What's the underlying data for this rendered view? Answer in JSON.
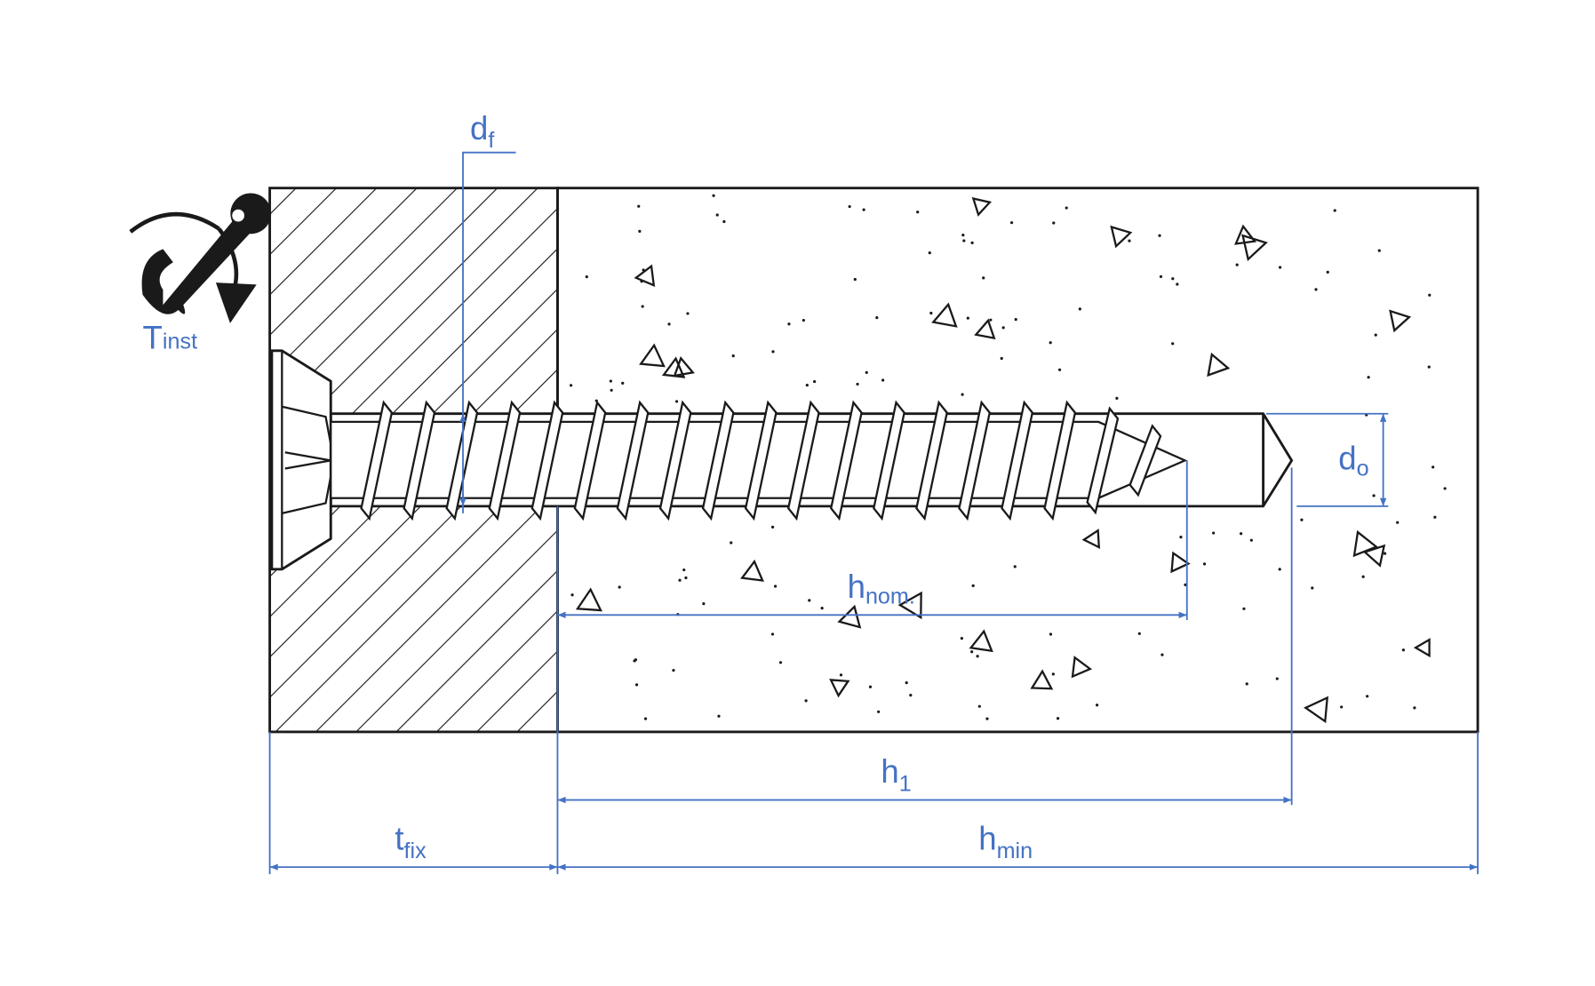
{
  "colors": {
    "dimension": "#4472c4",
    "drawing": "#1a1a1a",
    "background": "#ffffff"
  },
  "labels": {
    "torque": {
      "main": "T",
      "sub": "inst"
    },
    "hole_diameter_fixture": {
      "main": "d",
      "sub": "f"
    },
    "drill_diameter": {
      "main": "d",
      "sub": "o"
    },
    "nominal_embedment": {
      "main": "h",
      "sub": "nom."
    },
    "hole_depth": {
      "main": "h",
      "sub": "1"
    },
    "fixture_thickness": {
      "main": "t",
      "sub": "fix"
    },
    "min_member_thickness": {
      "main": "h",
      "sub": "min"
    }
  },
  "icons": {
    "torque": "wrench-rotate-icon"
  }
}
